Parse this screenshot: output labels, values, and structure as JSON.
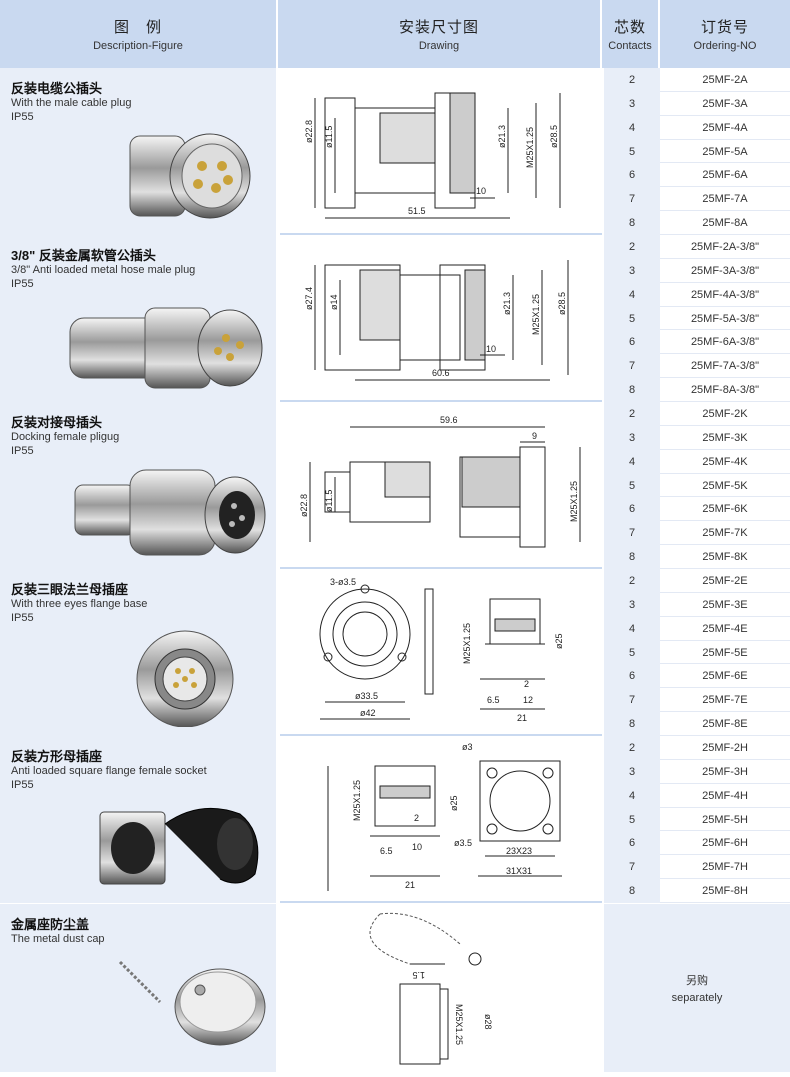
{
  "header": {
    "desc_zh": "图　例",
    "desc_en": "Description-Figure",
    "draw_zh": "安装尺寸图",
    "draw_en": "Drawing",
    "contacts_zh": "芯数",
    "contacts_en": "Contacts",
    "order_zh": "订货号",
    "order_en": "Ordering-NO"
  },
  "rows": [
    {
      "zh": "反装电缆公插头",
      "en": "With the male cable plug",
      "ip": "IP55",
      "items": [
        {
          "contacts": "2",
          "order": "25MF-2A"
        },
        {
          "contacts": "3",
          "order": "25MF-3A"
        },
        {
          "contacts": "4",
          "order": "25MF-4A"
        },
        {
          "contacts": "5",
          "order": "25MF-5A"
        },
        {
          "contacts": "6",
          "order": "25MF-6A"
        },
        {
          "contacts": "7",
          "order": "25MF-7A"
        },
        {
          "contacts": "8",
          "order": "25MF-8A"
        }
      ],
      "dims": [
        "ø22.8",
        "ø11.5",
        "ø21.3",
        "M25X1.25",
        "ø28.5",
        "10",
        "51.5"
      ]
    },
    {
      "zh": "3/8\" 反装金属软管公插头",
      "en": "3/8\" Anti loaded metal hose male plug",
      "ip": "IP55",
      "items": [
        {
          "contacts": "2",
          "order": "25MF-2A-3/8\""
        },
        {
          "contacts": "3",
          "order": "25MF-3A-3/8\""
        },
        {
          "contacts": "4",
          "order": "25MF-4A-3/8\""
        },
        {
          "contacts": "5",
          "order": "25MF-5A-3/8\""
        },
        {
          "contacts": "6",
          "order": "25MF-6A-3/8\""
        },
        {
          "contacts": "7",
          "order": "25MF-7A-3/8\""
        },
        {
          "contacts": "8",
          "order": "25MF-8A-3/8\""
        }
      ],
      "dims": [
        "ø27.4",
        "ø14",
        "ø21.3",
        "M25X1.25",
        "ø28.5",
        "10",
        "60.6"
      ]
    },
    {
      "zh": "反装对接母插头",
      "en": "Docking female pligug",
      "ip": "IP55",
      "items": [
        {
          "contacts": "2",
          "order": "25MF-2K"
        },
        {
          "contacts": "3",
          "order": "25MF-3K"
        },
        {
          "contacts": "4",
          "order": "25MF-4K"
        },
        {
          "contacts": "5",
          "order": "25MF-5K"
        },
        {
          "contacts": "6",
          "order": "25MF-6K"
        },
        {
          "contacts": "7",
          "order": "25MF-7K"
        },
        {
          "contacts": "8",
          "order": "25MF-8K"
        }
      ],
      "dims": [
        "59.6",
        "9",
        "ø22.8",
        "ø11.5",
        "M25X1.25"
      ]
    },
    {
      "zh": "反装三眼法兰母插座",
      "en": "With three eyes flange base",
      "ip": "IP55",
      "items": [
        {
          "contacts": "2",
          "order": "25MF-2E"
        },
        {
          "contacts": "3",
          "order": "25MF-3E"
        },
        {
          "contacts": "4",
          "order": "25MF-4E"
        },
        {
          "contacts": "5",
          "order": "25MF-5E"
        },
        {
          "contacts": "6",
          "order": "25MF-6E"
        },
        {
          "contacts": "7",
          "order": "25MF-7E"
        },
        {
          "contacts": "8",
          "order": "25MF-8E"
        }
      ],
      "dims": [
        "3-ø3.5",
        "ø33.5",
        "ø42",
        "M25X1.25",
        "ø25",
        "2",
        "6.5",
        "12",
        "21"
      ]
    },
    {
      "zh": "反装方形母插座",
      "en": "Anti loaded square flange female socket",
      "ip": "IP55",
      "items": [
        {
          "contacts": "2",
          "order": "25MF-2H"
        },
        {
          "contacts": "3",
          "order": "25MF-3H"
        },
        {
          "contacts": "4",
          "order": "25MF-4H"
        },
        {
          "contacts": "5",
          "order": "25MF-5H"
        },
        {
          "contacts": "6",
          "order": "25MF-6H"
        },
        {
          "contacts": "7",
          "order": "25MF-7H"
        },
        {
          "contacts": "8",
          "order": "25MF-8H"
        }
      ],
      "dims": [
        "ø3",
        "M25X1.25",
        "ø25",
        "2",
        "6.5",
        "10",
        "ø3.5",
        "21",
        "23X23",
        "31X31"
      ]
    },
    {
      "zh": "金属座防尘盖",
      "en": "The metal dust cap",
      "dims": [
        "1.5",
        "M25X1.25",
        "ø28"
      ],
      "note_zh": "另购",
      "note_en": "separately"
    }
  ],
  "colors": {
    "header_bg": "#c9d9f0",
    "cell_bg": "#e8eef8"
  }
}
